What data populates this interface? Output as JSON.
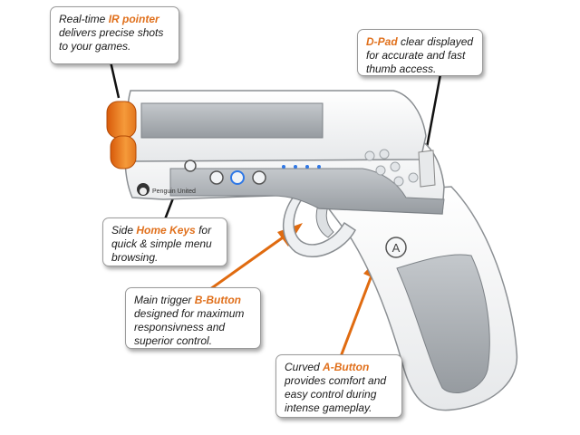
{
  "callouts": {
    "ir": {
      "lead": "Real-time ",
      "highlight": "IR pointer",
      "rest": "delivers precise shots to your games."
    },
    "dpad": {
      "lead": "",
      "highlight": "D-Pad",
      "rest": " clear displayed for accurate and fast thumb access."
    },
    "home": {
      "lead": "Side ",
      "highlight": "Home Keys",
      "rest": " for quick & simple menu browsing."
    },
    "trigger": {
      "lead": "Main trigger ",
      "highlight": "B-Button",
      "rest": "designed for maximum responsivness and superior control."
    },
    "abutton": {
      "lead": "Curved ",
      "highlight": "A-Button",
      "rest": "provides comfort and easy control during intense gameplay."
    }
  },
  "device": {
    "brand": "Penguin United",
    "a_label": "A"
  },
  "colors": {
    "accent": "#e0701c",
    "arrow": "#e06b10",
    "body": "#f4f4f4",
    "panel": "#a9aeb2",
    "led": "#2f78e6"
  }
}
